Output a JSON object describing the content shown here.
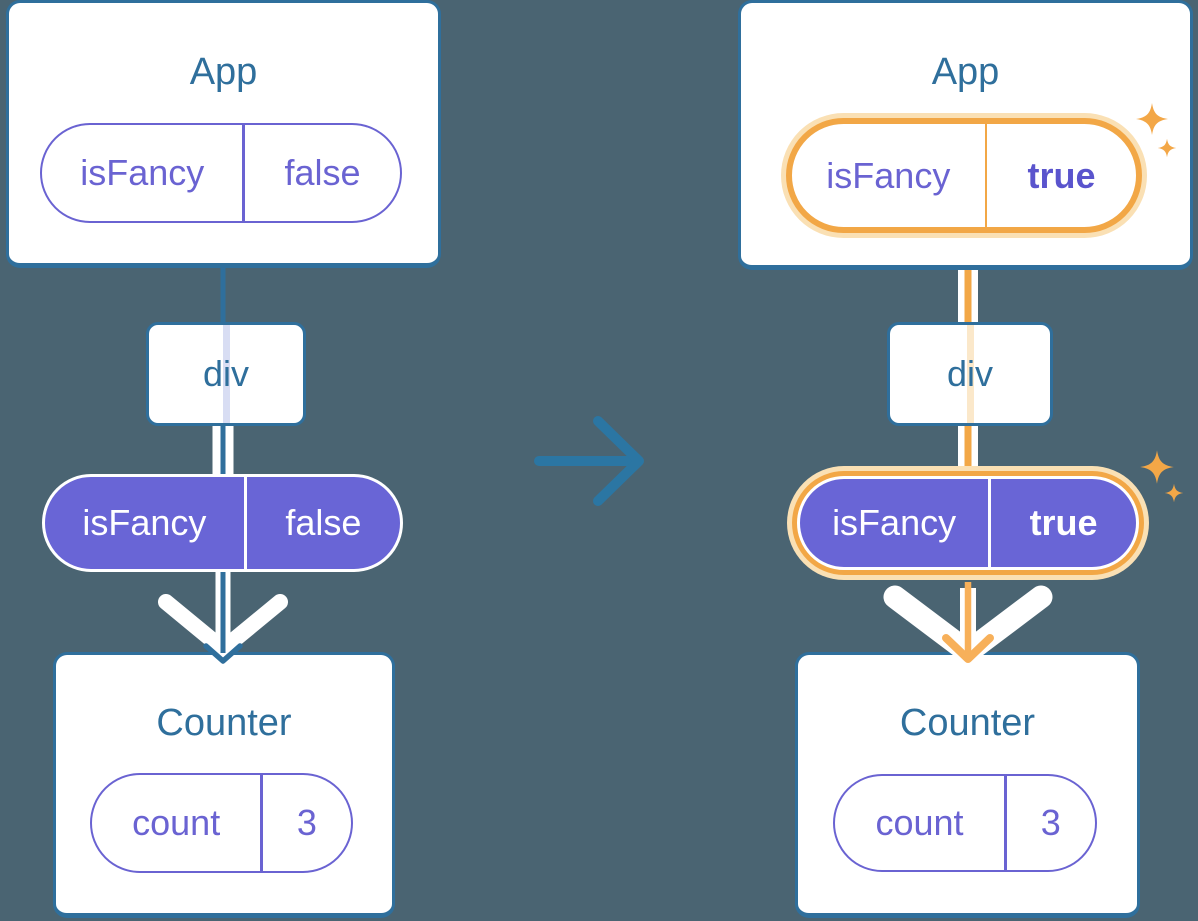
{
  "background_color": "#4A6472",
  "colors": {
    "card_border_teal": "#2F6F9C",
    "title_teal": "#2F6F9C",
    "transition_arrow_blue": "#2B76A3",
    "purple_outline": "#6A63D2",
    "purple_fill": "#6965D6",
    "highlight_orange": "#F2A746",
    "highlight_orange_glow": "#FAE0B4",
    "arrow_orange": "#F7B05A",
    "pale_lavender_line": "#D8DDF3",
    "pale_orange_line": "#FBE8CA"
  },
  "icons": {
    "transition_arrow": "right-arrow",
    "sparkles": "sparkle",
    "down_arrow": "down-arrow-chevron"
  },
  "left_tree": {
    "app_title": "App",
    "app_prop": {
      "key": "isFancy",
      "value": "false"
    },
    "div_label": "div",
    "passed_prop": {
      "key": "isFancy",
      "value": "false"
    },
    "counter_title": "Counter",
    "counter_state": {
      "key": "count",
      "value": "3"
    }
  },
  "right_tree": {
    "app_title": "App",
    "app_prop": {
      "key": "isFancy",
      "value": "true"
    },
    "div_label": "div",
    "passed_prop": {
      "key": "isFancy",
      "value": "true"
    },
    "counter_title": "Counter",
    "counter_state": {
      "key": "count",
      "value": "3"
    }
  }
}
